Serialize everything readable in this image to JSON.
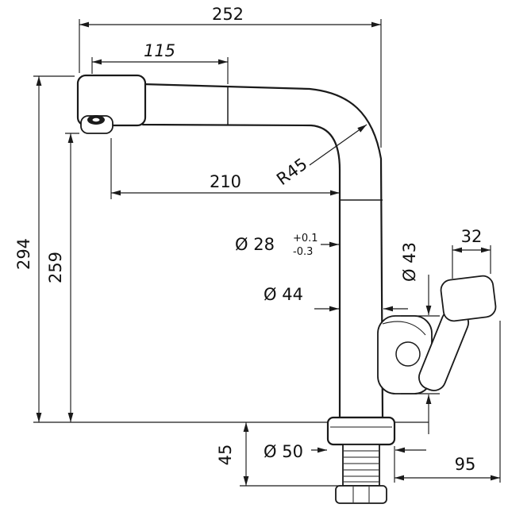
{
  "drawing": {
    "kind": "faucet-dimension-drawing",
    "dims": {
      "overall_width": "252",
      "head_length": "115",
      "spout_reach": "210",
      "bend_radius": "R45",
      "overall_height": "294",
      "spout_height": "259",
      "riser_diameter": "Ø 28",
      "riser_tol_plus": "+0.1",
      "riser_tol_minus": "-0.3",
      "body_diameter": "Ø 44",
      "valve_diameter": "Ø 43",
      "handle_width": "32",
      "base_diameter": "Ø 50",
      "shank_length": "45",
      "handle_reach": "95"
    }
  }
}
